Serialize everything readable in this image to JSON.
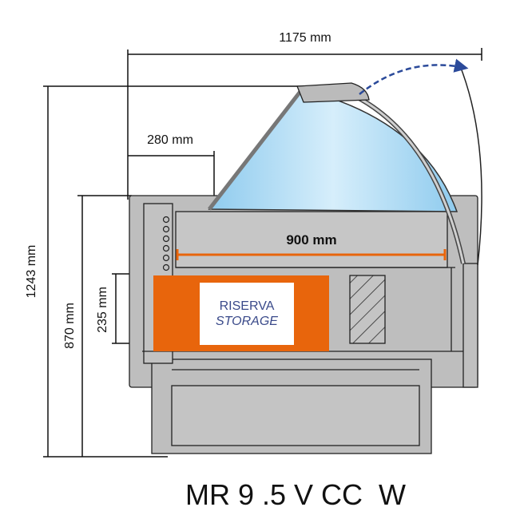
{
  "dimensions": {
    "width_total": "1175 mm",
    "height_total": "1243 mm",
    "counter_height": "870 mm",
    "storage_height": "235 mm",
    "front_offset": "280 mm",
    "display_depth": "900 mm"
  },
  "storage_label": {
    "line1": "RISERVA",
    "line2": "STORAGE"
  },
  "model_name": "MR 9 .5 V CC  W",
  "colors": {
    "accent_orange": "#E8650C",
    "glass_blue": "#A9D8F2",
    "body_gray": "#BEBEBE",
    "arrow_blue": "#2B4A9A",
    "storage_text": "#3A4A8A"
  }
}
